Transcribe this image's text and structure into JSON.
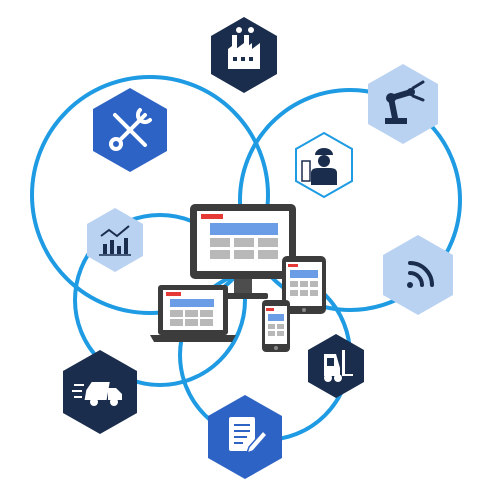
{
  "colors": {
    "navy": "#1b2d4d",
    "blue": "#2e63c6",
    "light_blue": "#b9d2f2",
    "ring": "#1e9be3",
    "device_dark": "#3c3c3c",
    "screen_header": "#e53935",
    "screen_banner": "#6b9de6",
    "screen_block": "#b8b8b8"
  },
  "nodes": [
    {
      "icon": "factory-icon",
      "style": "navy"
    },
    {
      "icon": "robotic-arm-icon",
      "style": "light"
    },
    {
      "icon": "tools-icon",
      "style": "blue"
    },
    {
      "icon": "engineer-icon",
      "style": "white"
    },
    {
      "icon": "analytics-chart-icon",
      "style": "light"
    },
    {
      "icon": "wireless-signal-icon",
      "style": "light"
    },
    {
      "icon": "delivery-truck-icon",
      "style": "navy"
    },
    {
      "icon": "forklift-icon",
      "style": "navy"
    },
    {
      "icon": "document-edit-icon",
      "style": "blue"
    }
  ],
  "devices": [
    "desktop-monitor",
    "laptop",
    "tablet",
    "smartphone"
  ]
}
